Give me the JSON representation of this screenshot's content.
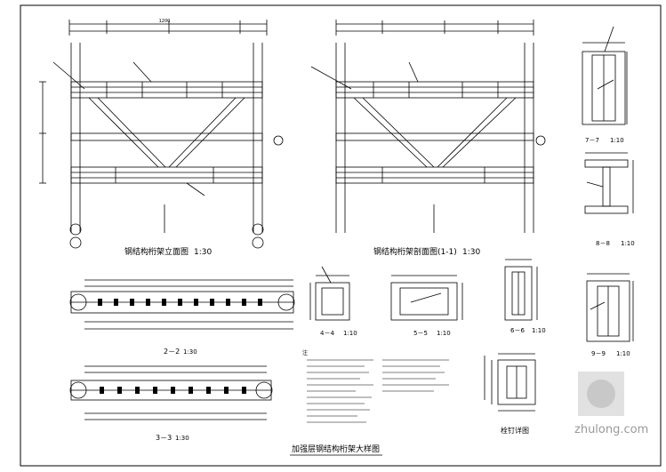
{
  "drawing": {
    "title": "加强层钢结构桁架大样图",
    "watermark": "zhulong.com",
    "views": {
      "elevation": {
        "title": "钢结构桁架立面图",
        "scale": "1:30",
        "top_dim": "1200"
      },
      "section_1_1": {
        "title": "钢结构桁架剖面图",
        "mark": "(1-1)",
        "scale": "1:30"
      },
      "section_2_2": {
        "title": "2－2",
        "scale": "1:30"
      },
      "section_3_3": {
        "title": "3－3",
        "scale": "1:30"
      },
      "section_4_4": {
        "title": "4－4",
        "scale": "1:10"
      },
      "section_5_5": {
        "title": "5－5",
        "scale": "1:10"
      },
      "section_6_6": {
        "title": "6－6",
        "scale": "1:10"
      },
      "section_7_7": {
        "title": "7－7",
        "scale": "1:10"
      },
      "section_8_8": {
        "title": "8－8",
        "scale": "1:10"
      },
      "section_9_9": {
        "title": "9－9",
        "scale": "1:10"
      },
      "bolt_detail": {
        "title": "栓钉详图"
      }
    },
    "notes_heading": "注"
  }
}
